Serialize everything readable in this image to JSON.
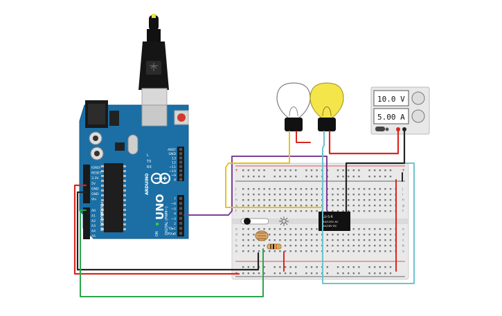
{
  "arduino": {
    "brand": "ARDUINO",
    "model": "UNO",
    "tx_label": "TX",
    "rx_label": "RX",
    "l_label": "L",
    "on_label": "ON",
    "header_top": [
      "AREF",
      "GND",
      "13",
      "12",
      "~11",
      "~10",
      "~9",
      "8"
    ],
    "header_bottom": [
      "7",
      "~6",
      "~5",
      "4",
      "~3",
      "2",
      "TX▸1",
      "RX◂0"
    ],
    "digital_label": "DIGITAL (PWM~)",
    "power_pins": [
      "IOREF",
      "RESET",
      "3.3V",
      "5V",
      "GND",
      "GND",
      "Vin"
    ],
    "power_label": "POWER",
    "analog_pins": [
      "A0",
      "A1",
      "A2",
      "A3",
      "A4",
      "A5"
    ],
    "analog_label": "ANALOG IN"
  },
  "power_supply": {
    "voltage": "10.0 V",
    "current": "5.00 A"
  },
  "relay": {
    "line1": "LU-5-R",
    "line2": "5A/125V AC",
    "line3": "5A/28V DC"
  },
  "breadboard": {
    "row_letters_top": [
      "j",
      "i",
      "h",
      "g",
      "f"
    ],
    "row_letters_bottom": [
      "e",
      "d",
      "c",
      "b",
      "a"
    ],
    "rail_plus": "+",
    "rail_minus": "-"
  },
  "colors": {
    "arduino_blue": "#1b6fa5",
    "red_wire": "#d9261c",
    "black_wire": "#222222",
    "green_wire": "#2aa64a",
    "purple_wire": "#7b3f98",
    "yellow_wire": "#e8c21c",
    "cyan_wire": "#6cc3cc",
    "bulb_on": "#f4e64a"
  }
}
